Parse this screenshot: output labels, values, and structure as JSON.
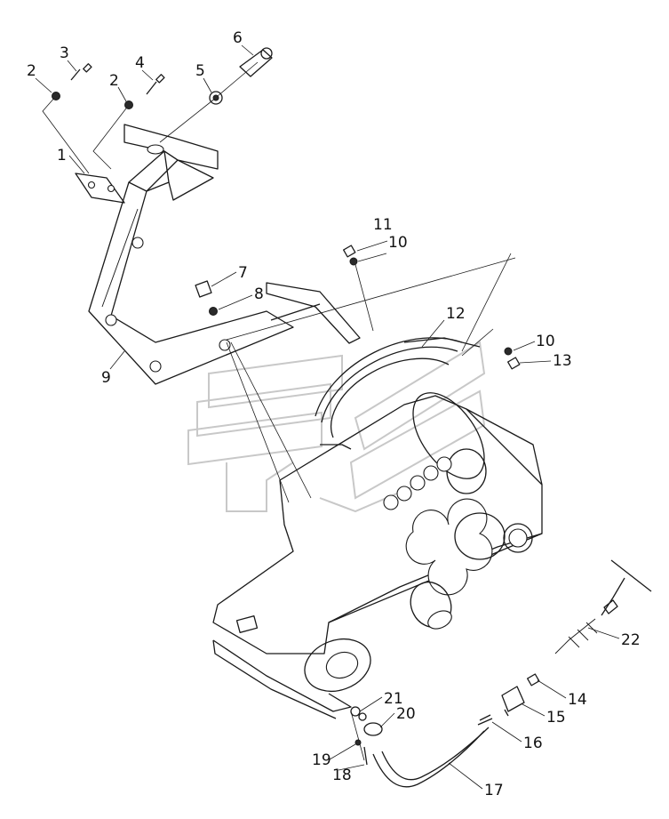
{
  "callouts": [
    "1",
    "2",
    "2",
    "3",
    "4",
    "5",
    "6",
    "7",
    "8",
    "9",
    "10",
    "10",
    "11",
    "12",
    "13",
    "14",
    "15",
    "16",
    "17",
    "18",
    "19",
    "20",
    "21",
    "22"
  ],
  "colors": {
    "line": "#1a1a1a",
    "watermark": "#c8c8c8",
    "background": "#ffffff"
  }
}
